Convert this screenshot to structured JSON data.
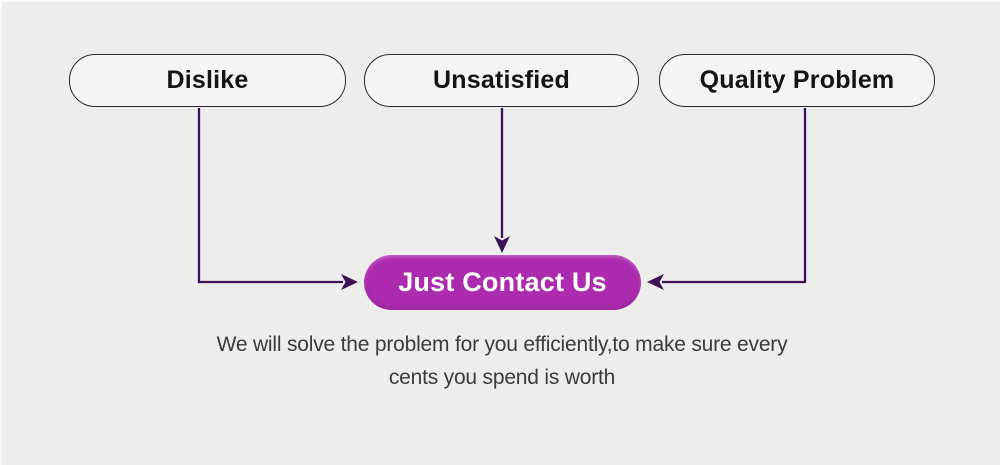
{
  "diagram": {
    "title_nodes": [
      {
        "id": "dislike",
        "label": "Dislike"
      },
      {
        "id": "unsatisfied",
        "label": "Unsatisfied"
      },
      {
        "id": "quality_problem",
        "label": "Quality Problem"
      }
    ],
    "target_node": {
      "id": "just_contact_us",
      "label": "Just Contact Us"
    },
    "connections": [
      {
        "from": "dislike",
        "to": "just_contact_us",
        "shape": "elbow-down-right"
      },
      {
        "from": "unsatisfied",
        "to": "just_contact_us",
        "shape": "straight-down"
      },
      {
        "from": "quality_problem",
        "to": "just_contact_us",
        "shape": "elbow-down-left"
      }
    ]
  },
  "caption": {
    "line1": "We will solve the problem for you efficiently,to make sure every",
    "line2": "cents you spend is worth"
  },
  "colors": {
    "background": "#ededec",
    "pill_fill": "#f5f4f4",
    "pill_border": "#2b2730",
    "connector": "#3e1156",
    "contact_pill_bg": "#ad2bae",
    "contact_pill_text": "#ffffff",
    "caption_text": "#3b3b3b"
  }
}
